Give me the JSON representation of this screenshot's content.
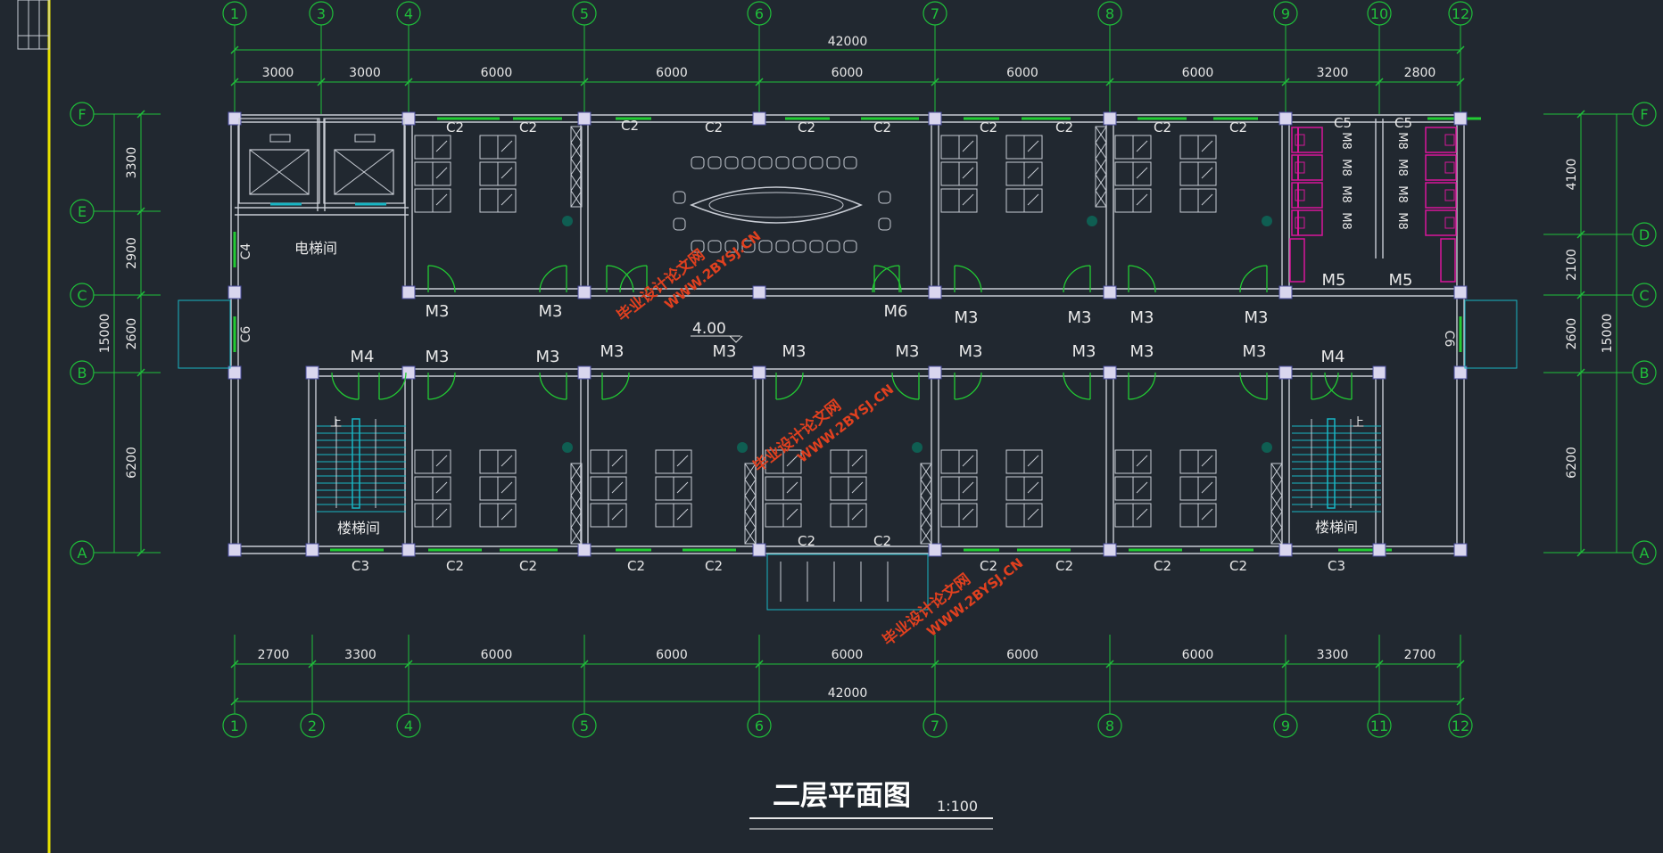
{
  "drawing": {
    "title": "二层平面图",
    "scale": "1:100",
    "elevation_mark": "4.00",
    "colors": {
      "background": "#212830",
      "dim": "#1fbf3a",
      "wall": "#c8ccd4",
      "text": "#e8e8e8",
      "door": "#22cc33",
      "stair": "#19b6c4",
      "toilet": "#d8169a",
      "column": "#d9d6ee",
      "watermark": "#e0401f"
    }
  },
  "axes": {
    "top": [
      "1",
      "3",
      "4",
      "5",
      "6",
      "7",
      "8",
      "9",
      "10",
      "12"
    ],
    "bottom": [
      "1",
      "2",
      "4",
      "5",
      "6",
      "7",
      "8",
      "9",
      "11",
      "12"
    ],
    "left": [
      "F",
      "E",
      "C",
      "B",
      "A"
    ],
    "right": [
      "F",
      "D",
      "C",
      "B",
      "A"
    ]
  },
  "dimensions": {
    "top_total": "42000",
    "top_segments": [
      "3000",
      "3000",
      "6000",
      "6000",
      "6000",
      "6000",
      "6000",
      "3200",
      "2800"
    ],
    "bottom_total": "42000",
    "bottom_segments": [
      "2700",
      "3300",
      "6000",
      "6000",
      "6000",
      "6000",
      "6000",
      "3300",
      "2700"
    ],
    "left_segments": [
      "3300",
      "2900",
      "2600",
      "6200"
    ],
    "left_total": "15000",
    "right_segments": [
      "4100",
      "2100",
      "2600",
      "6200"
    ],
    "right_total": "15000"
  },
  "rooms": {
    "elevator": "电梯间",
    "stair_left": "楼梯间",
    "stair_right": "楼梯间",
    "stair_up": "上"
  },
  "openings": {
    "c2": "C2",
    "c3": "C3",
    "c4": "C4",
    "c5": "C5",
    "c6": "C6",
    "m3": "M3",
    "m4": "M4",
    "m5": "M5",
    "m6": "M6",
    "m8": "M8"
  },
  "watermarks": [
    {
      "line1": "毕业设计论文网",
      "line2": "WWW.2BYSJ.CN"
    },
    {
      "line1": "毕业设计论文网",
      "line2": "WWW.2BYSJ.CN"
    },
    {
      "line1": "毕业设计论文网",
      "line2": "WWW.2BYSJ.CN"
    }
  ]
}
